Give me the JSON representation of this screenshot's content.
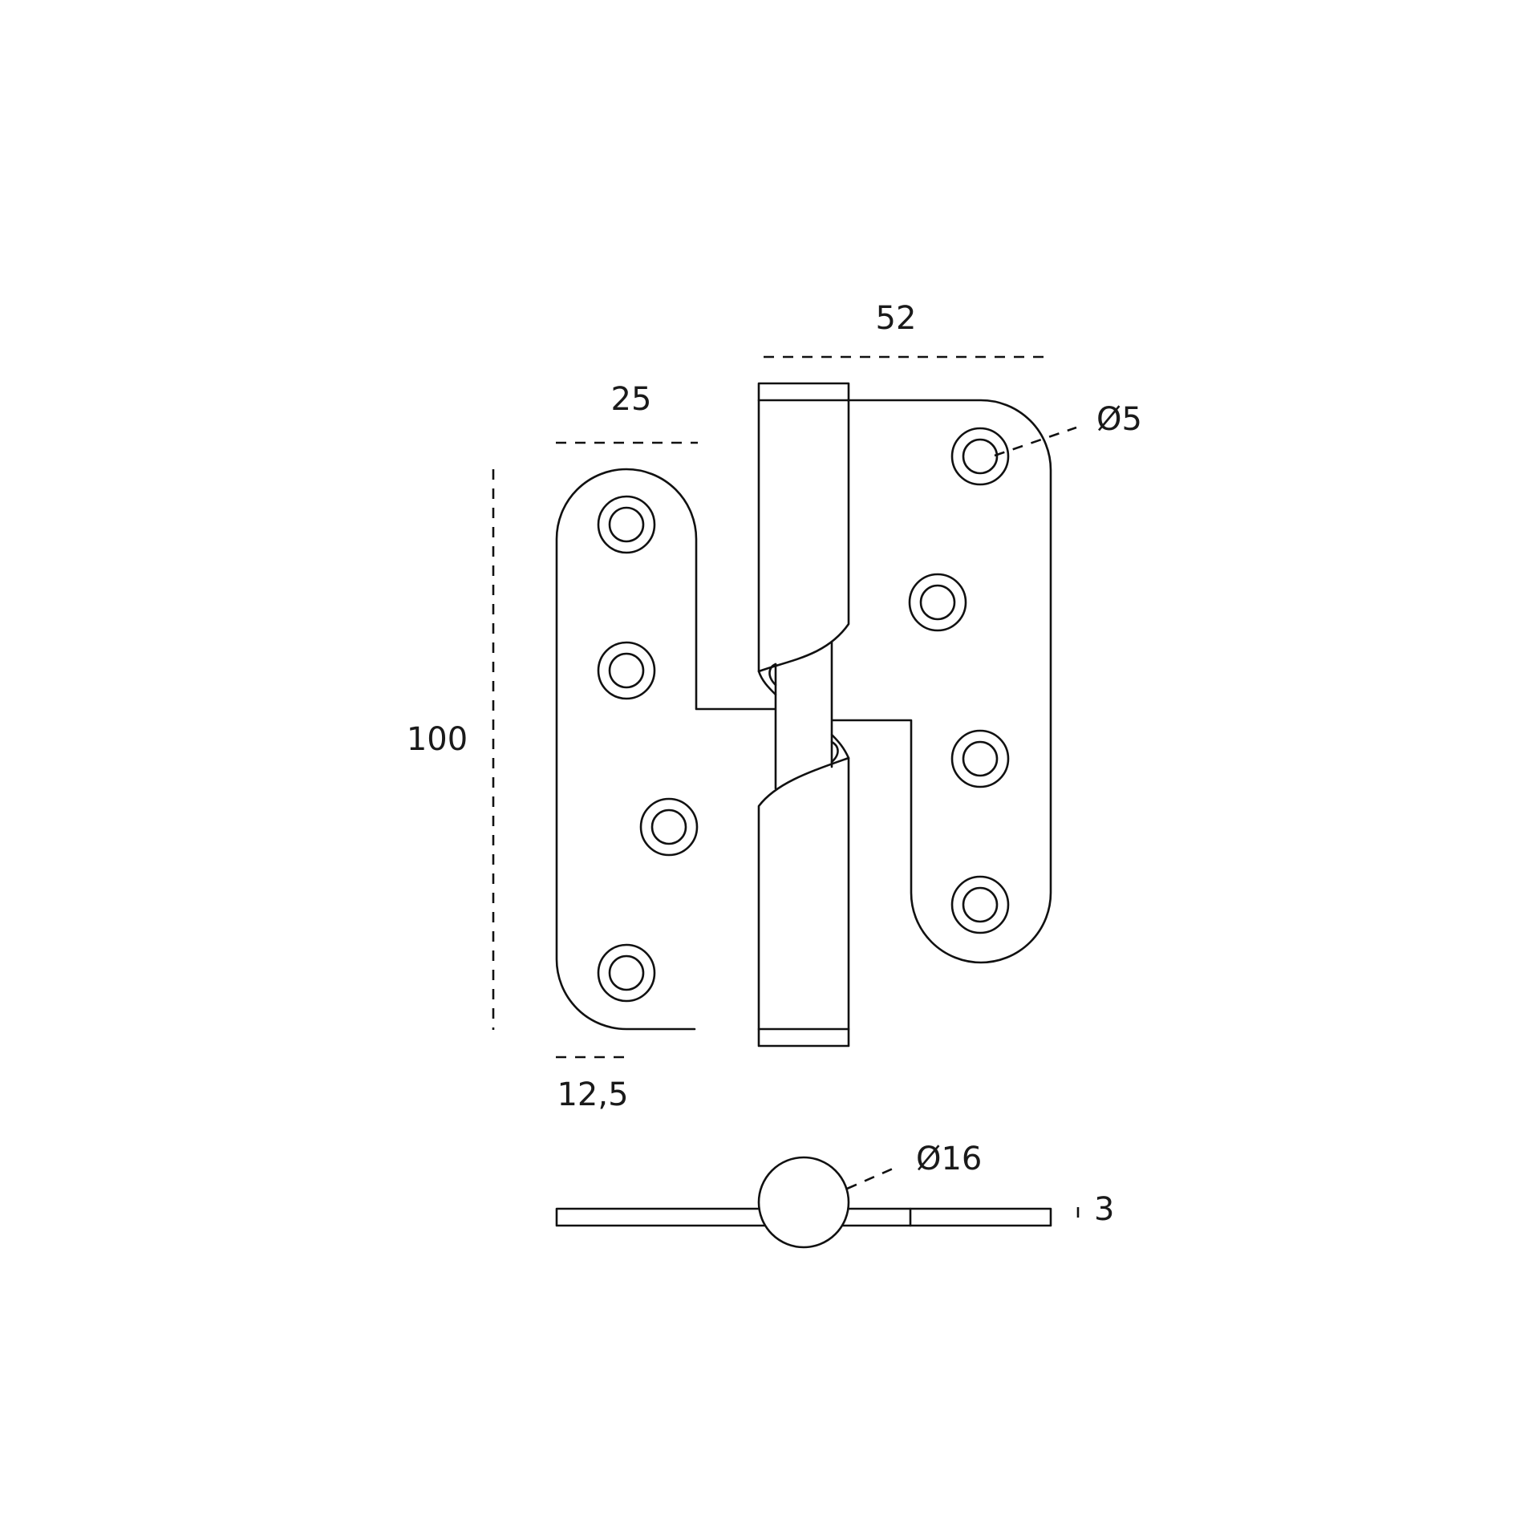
{
  "dimensions": {
    "top_width": "52",
    "leaf_width": "25",
    "height": "100",
    "hole_offset": "12,5",
    "hole_diameter": "Ø5",
    "knuckle_diameter": "Ø16",
    "thickness": "3"
  },
  "colors": {
    "line": "#111111",
    "background": "#ffffff"
  }
}
